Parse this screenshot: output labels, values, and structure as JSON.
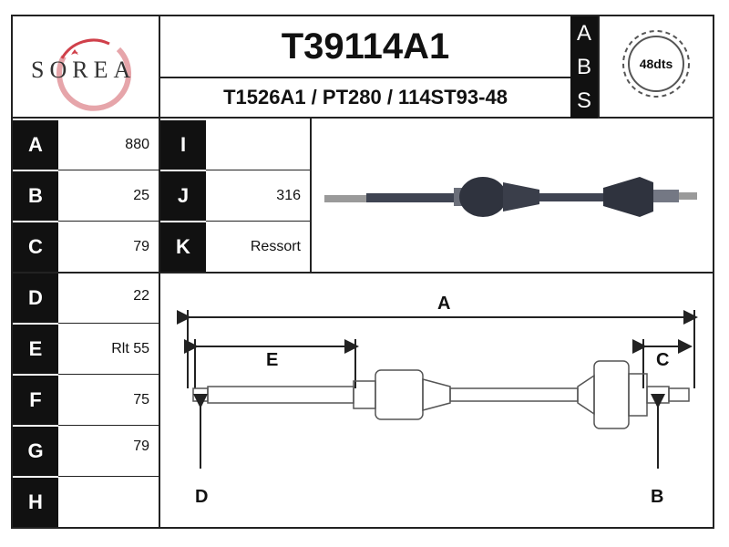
{
  "logo": {
    "text": "SOREA"
  },
  "header": {
    "code": "T39114A1",
    "refs": "T1526A1 / PT280 / 114ST93-48",
    "abs_letters": [
      "A",
      "B",
      "S"
    ],
    "abs_teeth": "48dts"
  },
  "left_table": [
    {
      "label": "A",
      "value": "880"
    },
    {
      "label": "B",
      "value": "25"
    },
    {
      "label": "C",
      "value": "79"
    },
    {
      "label": "D",
      "value": "22"
    },
    {
      "label": "E",
      "value": "Rlt 55"
    },
    {
      "label": "F",
      "value": "75"
    },
    {
      "label": "G",
      "value": "79"
    },
    {
      "label": "H",
      "value": ""
    }
  ],
  "mid_table": [
    {
      "label": "I",
      "value": ""
    },
    {
      "label": "J",
      "value": "316"
    },
    {
      "label": "K",
      "value": "Ressort"
    }
  ],
  "diagram_labels": {
    "a": "A",
    "b": "B",
    "c": "C",
    "d": "D",
    "e": "E"
  },
  "colors": {
    "frame": "#222222",
    "label_bg": "#111111",
    "shaft": "#6a6a6a",
    "logo_red": "#d0404a"
  }
}
